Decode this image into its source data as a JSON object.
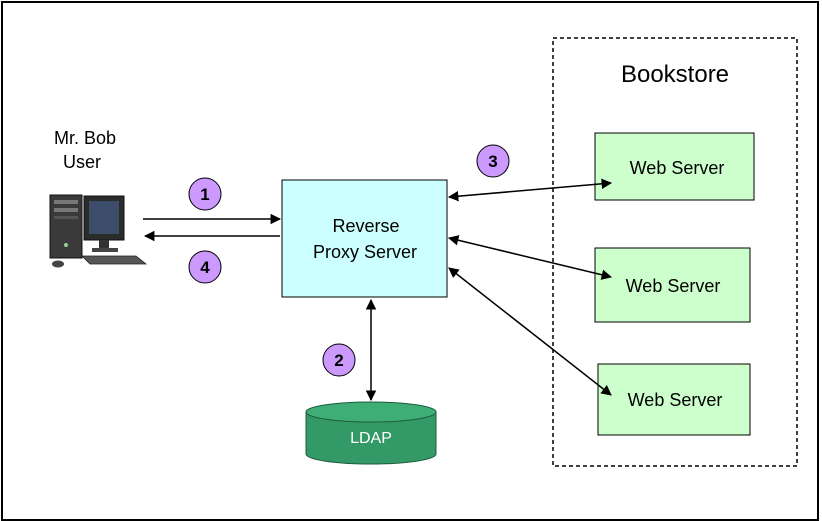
{
  "user": {
    "name": "Mr. Bob",
    "role": "User"
  },
  "proxy": {
    "line1": "Reverse",
    "line2": "Proxy Server",
    "fill": "#ccffff"
  },
  "ldap": {
    "label": "LDAP",
    "fill": "#339966"
  },
  "bookstore": {
    "title": "Bookstore",
    "servers": [
      {
        "label": "Web Server"
      },
      {
        "label": "Web Server"
      },
      {
        "label": "Web Server"
      }
    ],
    "server_fill": "#ccffcc"
  },
  "steps": [
    "1",
    "2",
    "3",
    "4"
  ],
  "step_fill": "#cc99ff",
  "icons": {
    "computer": "desktop-computer-icon"
  }
}
